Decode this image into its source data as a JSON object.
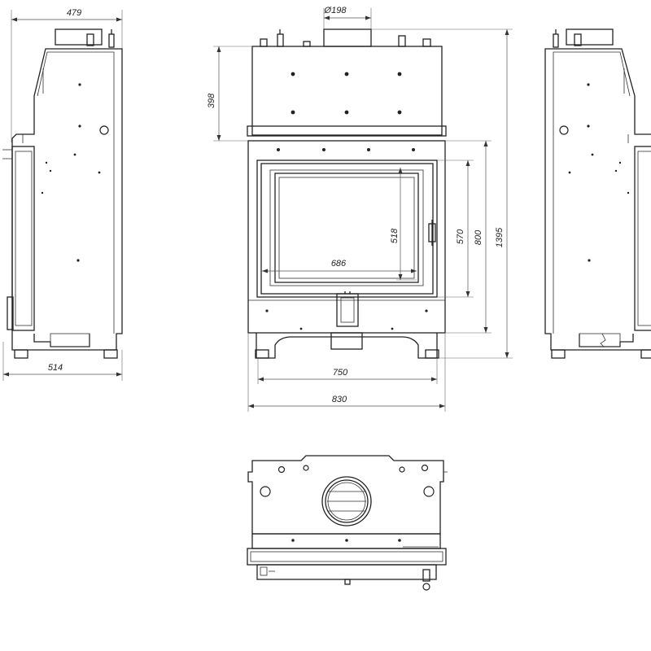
{
  "views": {
    "side_left": "side-view-left",
    "front": "front-view",
    "side_right": "side-view-right",
    "top": "top-view"
  },
  "dimensions": {
    "top_depth": "479",
    "flue_diameter": "Ø198",
    "hood_height": "398",
    "total_height": "1395",
    "total_width": "830",
    "leg_span": "750",
    "glass_width": "686",
    "glass_height": "518",
    "door_height": "570",
    "frame_height": "800",
    "base_depth": "514"
  },
  "colors": {
    "line": "#222222",
    "background": "#ffffff"
  }
}
